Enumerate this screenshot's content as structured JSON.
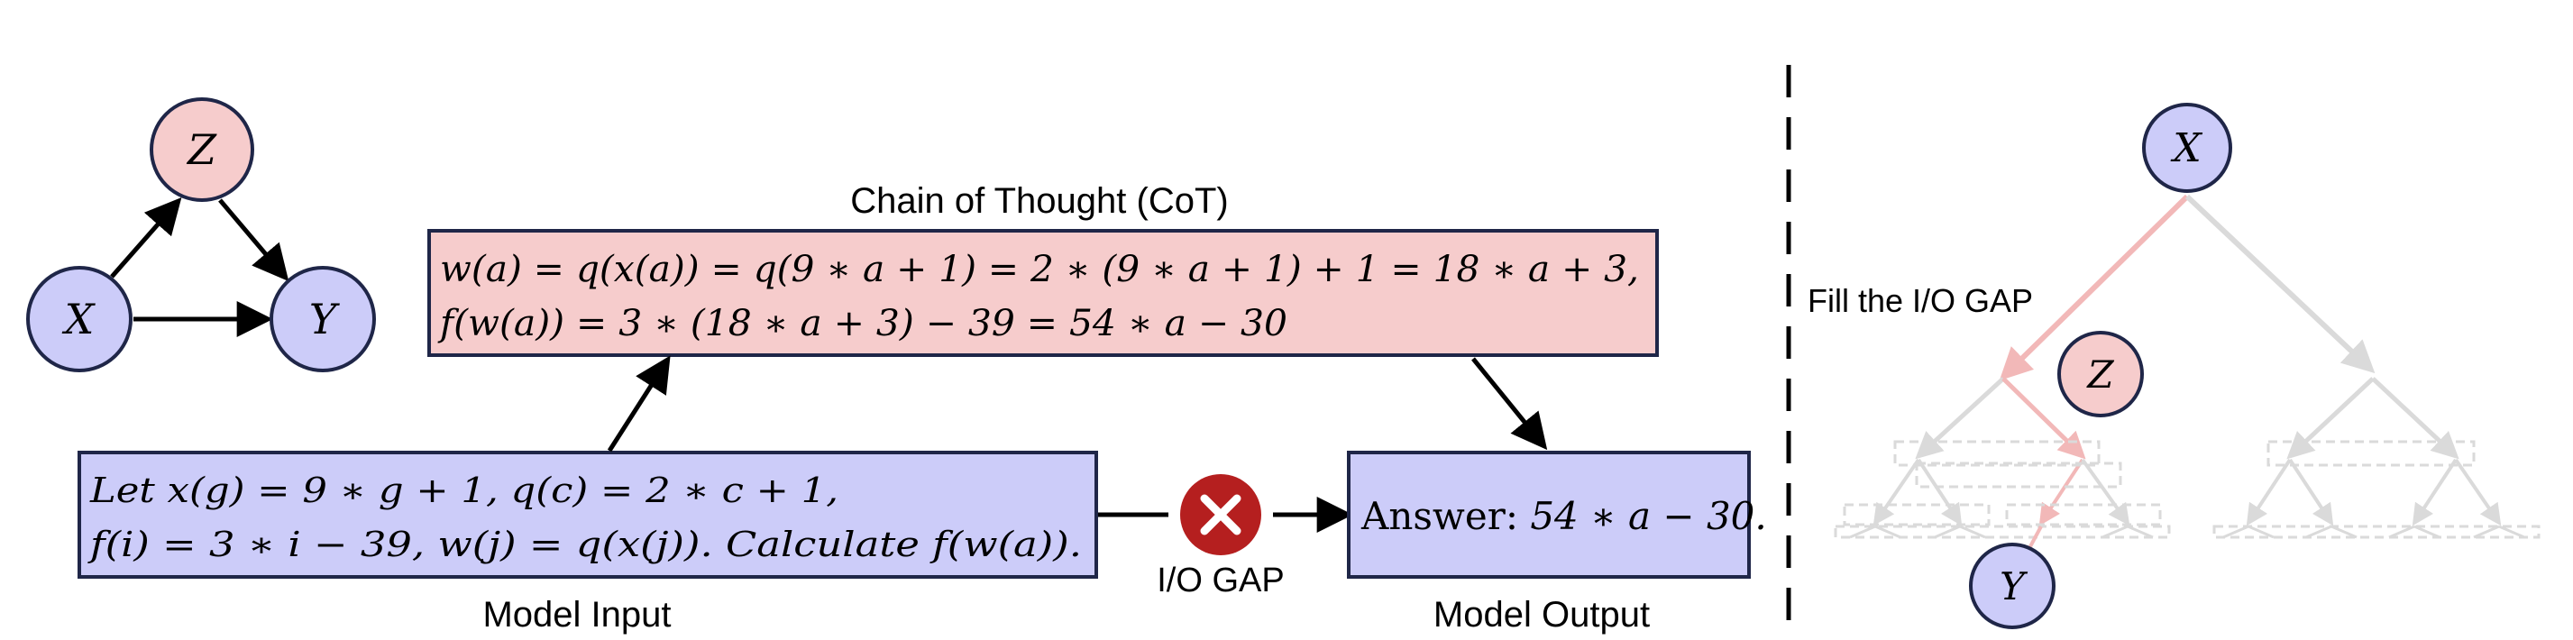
{
  "colors": {
    "blue_fill": "#ccccf9",
    "pink_fill": "#f6cccc",
    "stroke": "#1f2648",
    "gap_red": "#b51f1f",
    "tree_gray": "#dadada",
    "tree_pink": "#f2b8b8"
  },
  "left_graph": {
    "node_z": "Z",
    "node_x": "X",
    "node_y": "Y"
  },
  "cot": {
    "title": "Chain of Thought (CoT)",
    "line1": "w(a) = q(x(a)) = q(9 ∗ a + 1) = 2 ∗ (9 ∗ a + 1) + 1 = 18 ∗ a + 3,",
    "line2": "f(w(a)) = 3 ∗ (18 ∗ a + 3) − 39 = 54 ∗ a − 30"
  },
  "model_input": {
    "line1": "Let x(g) = 9 ∗ g + 1, q(c) = 2 ∗ c + 1,",
    "line2": "f(i) = 3 ∗ i − 39, w(j) = q(x(j)). Calculate f(w(a)).",
    "caption": "Model Input"
  },
  "io_gap": {
    "icon": "x-icon",
    "label": "I/O GAP"
  },
  "model_output": {
    "prefix": "Answer: ",
    "expr": "54 ∗ a − 30.",
    "caption": "Model Output"
  },
  "right_panel": {
    "fill_label": "Fill the I/O GAP",
    "node_x": "X",
    "node_z": "Z",
    "node_y": "Y"
  }
}
